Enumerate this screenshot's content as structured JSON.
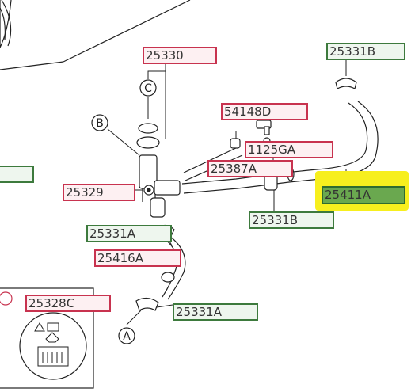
{
  "diagram": {
    "labels": [
      {
        "id": "lbl-25330",
        "text": "25330",
        "kind": "red"
      },
      {
        "id": "lbl-25331b-top",
        "text": "25331B",
        "kind": "green"
      },
      {
        "id": "lbl-54148d",
        "text": "54148D",
        "kind": "red"
      },
      {
        "id": "lbl-1125ga",
        "text": "1125GA",
        "kind": "red"
      },
      {
        "id": "lbl-25387a",
        "text": "25387A",
        "kind": "red"
      },
      {
        "id": "lbl-25411a",
        "text": "25411A",
        "kind": "green",
        "selected": true
      },
      {
        "id": "lbl-25329",
        "text": "25329",
        "kind": "red"
      },
      {
        "id": "lbl-25331b-mid",
        "text": "25331B",
        "kind": "green"
      },
      {
        "id": "lbl-25331a-mid",
        "text": "25331A",
        "kind": "green"
      },
      {
        "id": "lbl-25416a",
        "text": "25416A",
        "kind": "red"
      },
      {
        "id": "lbl-25328c",
        "text": "25328C",
        "kind": "red"
      },
      {
        "id": "lbl-25331a-bottom",
        "text": "25331A",
        "kind": "green"
      }
    ],
    "callouts": {
      "b": "B",
      "c": "C",
      "a": "A"
    },
    "colors": {
      "highlight": "#f7ef1e",
      "red_box": "#c8334f",
      "green_box": "#3d7a3d",
      "selected_fill": "#6aa84f"
    }
  }
}
